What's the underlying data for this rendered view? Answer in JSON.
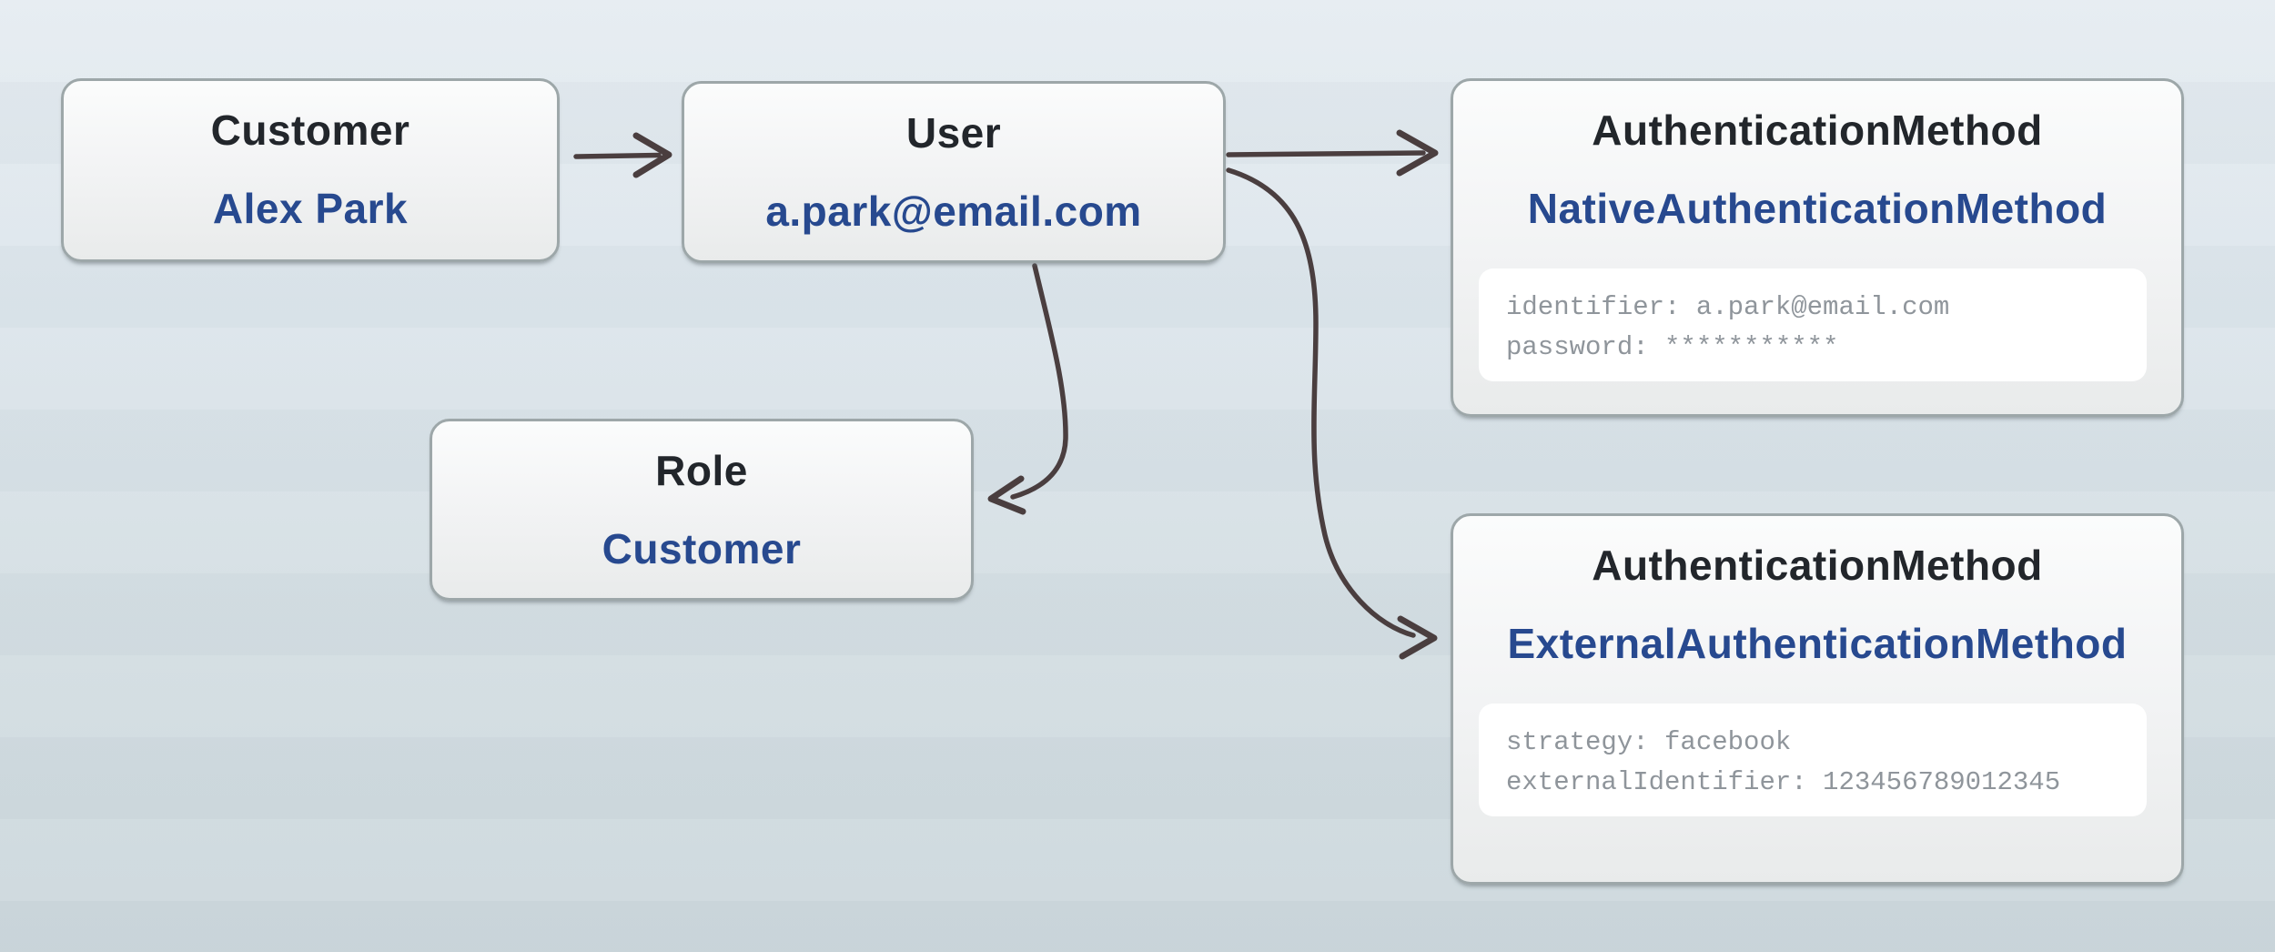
{
  "diagram": {
    "background": {
      "top_color": "#e6ecf1",
      "bottom_color": "#ccd7dc"
    },
    "palette": {
      "title_text": "#22262b",
      "value_text": "#27498f",
      "attribute_text": "#8f959b",
      "box_border": "#9da7a9",
      "box_fill_top": "#fbfcfc",
      "box_fill_bottom": "#e9ebeb",
      "attribute_panel_bg": "#ffffff",
      "arrow": "#4a3e3f"
    },
    "nodes": [
      {
        "id": "customer",
        "title": "Customer",
        "value": "Alex Park"
      },
      {
        "id": "user",
        "title": "User",
        "value": "a.park@email.com"
      },
      {
        "id": "role",
        "title": "Role",
        "value": "Customer"
      },
      {
        "id": "native-auth",
        "title": "AuthenticationMethod",
        "value": "NativeAuthenticationMethod",
        "attrs": [
          "identifier: a.park@email.com",
          "password: ***********"
        ]
      },
      {
        "id": "external-auth",
        "title": "AuthenticationMethod",
        "value": "ExternalAuthenticationMethod",
        "attrs": [
          "strategy: facebook",
          "externalIdentifier: 123456789012345"
        ]
      }
    ],
    "edges": [
      {
        "from": "customer",
        "to": "user"
      },
      {
        "from": "user",
        "to": "native-auth"
      },
      {
        "from": "user",
        "to": "external-auth"
      },
      {
        "from": "user",
        "to": "role"
      }
    ]
  }
}
